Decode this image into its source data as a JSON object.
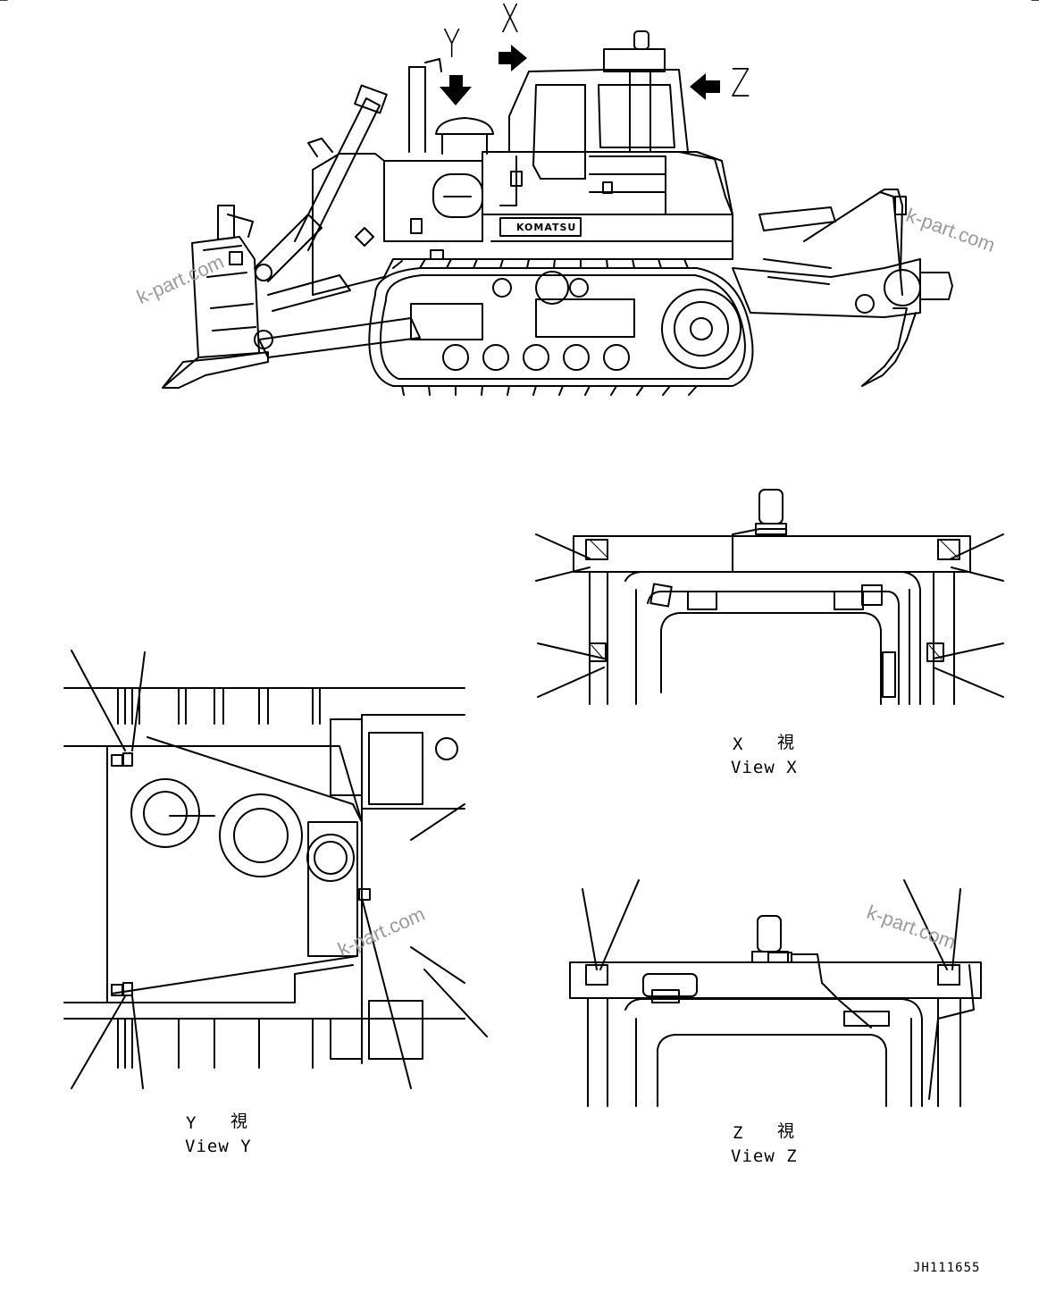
{
  "arrows": {
    "x_letter": "X",
    "y_letter": "Y",
    "z_letter": "Z"
  },
  "brand": "KOMATSU",
  "views": {
    "x": {
      "mark": "X",
      "kanji": "視",
      "caption": "View X"
    },
    "y": {
      "mark": "Y",
      "kanji": "視",
      "caption": "View Y"
    },
    "z": {
      "mark": "Z",
      "kanji": "視",
      "caption": "View Z"
    }
  },
  "watermark": "k-part.com",
  "drawing_number": "JH111655"
}
